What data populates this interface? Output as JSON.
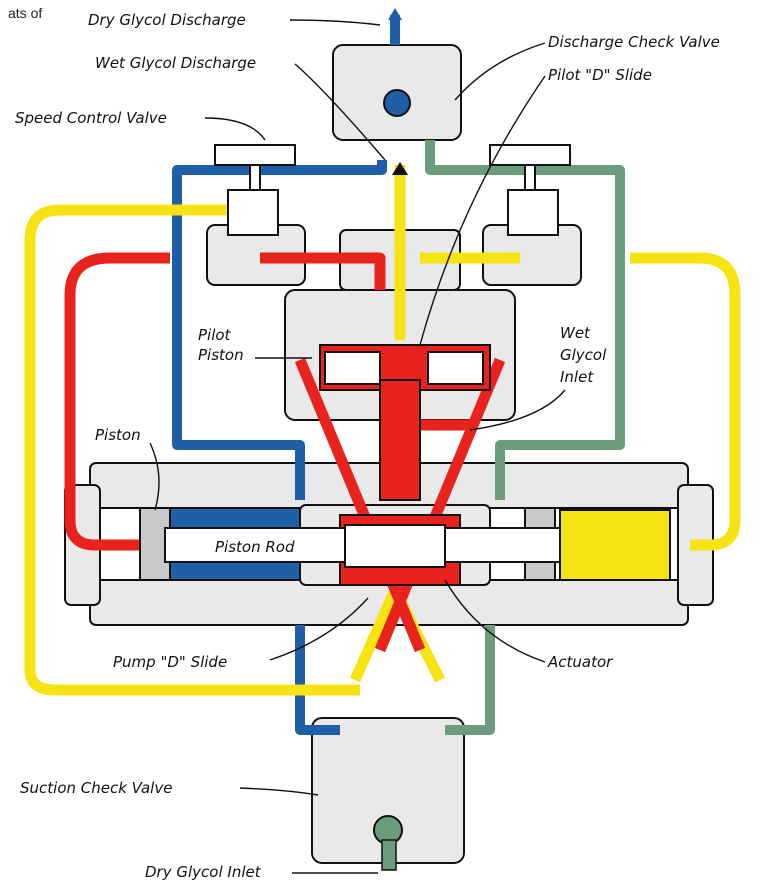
{
  "fragment_text": "ats of",
  "labels": {
    "dry_glycol_discharge": "Dry Glycol Discharge",
    "discharge_check_valve": "Discharge Check Valve",
    "wet_glycol_discharge": "Wet Glycol Discharge",
    "pilot_d_slide": "Pilot \"D\" Slide",
    "speed_control_valve": "Speed Control Valve",
    "pilot_piston_line1": "Pilot",
    "pilot_piston_line2": "Piston",
    "wet_glycol_inlet_line1": "Wet",
    "wet_glycol_inlet_line2": "Glycol",
    "wet_glycol_inlet_line3": "Inlet",
    "piston": "Piston",
    "piston_rod": "Piston Rod",
    "pump_d_slide": "Pump \"D\" Slide",
    "actuator": "Actuator",
    "suction_check_valve": "Suction Check Valve",
    "dry_glycol_inlet": "Dry Glycol Inlet"
  },
  "colors": {
    "blue": "#1f5fa8",
    "green": "#6b9c7c",
    "yellow": "#f5e313",
    "red": "#e8231e",
    "housing": "#e9e9e9",
    "outline": "#111111"
  }
}
